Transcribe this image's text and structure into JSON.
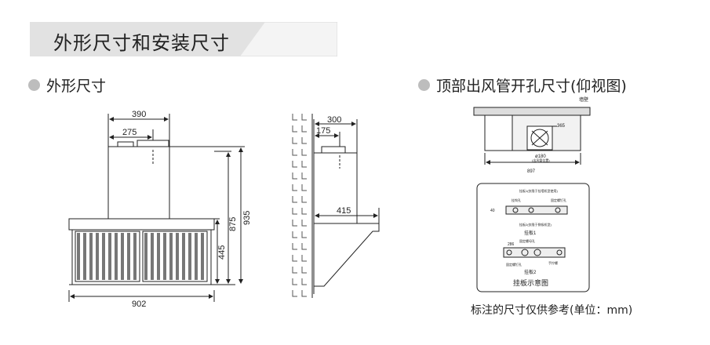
{
  "banner": {
    "title": "外形尺寸和安装尺寸"
  },
  "sections": {
    "outline": "外形尺寸",
    "top_duct": "顶部出风管开孔尺寸(仰视图)"
  },
  "front_view": {
    "dim_top_width": "390",
    "dim_duct_offset": "275",
    "dim_total_width": "902",
    "dim_hood_height": "445",
    "dim_chimney_height": "875",
    "dim_total_height": "935"
  },
  "side_view": {
    "dim_top_depth": "300",
    "dim_duct_depth": "175",
    "dim_hood_depth": "415"
  },
  "top_view": {
    "wall_label": "墙壁",
    "dim_width": "897",
    "dim_hole": "365",
    "dim_diameter": "ø180",
    "dim_diameter_note": "(出风管位置)"
  },
  "bracket_box": {
    "caption_top1": "挂板1(仅限于挂墙机型使用)",
    "label_fixing_hole": "固定螺钉孔",
    "label_hook": "挂钩孔",
    "dim_left": "40",
    "plate1_title": "挂板1",
    "caption_top2": "挂板2(仅限于侧吸机型)",
    "label_fixing_hole2": "固定螺母孔",
    "dim_left2": "286",
    "label_bottom_hole": "固定螺钉孔",
    "label_hand": "手拧螺",
    "plate2_title": "挂板2",
    "caption": "挂板示意图"
  },
  "note": "标注的尺寸仅供参考(单位：mm)",
  "colors": {
    "banner_bg": "#eeeeee",
    "dot": "#bdbdbd",
    "line": "#222222"
  }
}
